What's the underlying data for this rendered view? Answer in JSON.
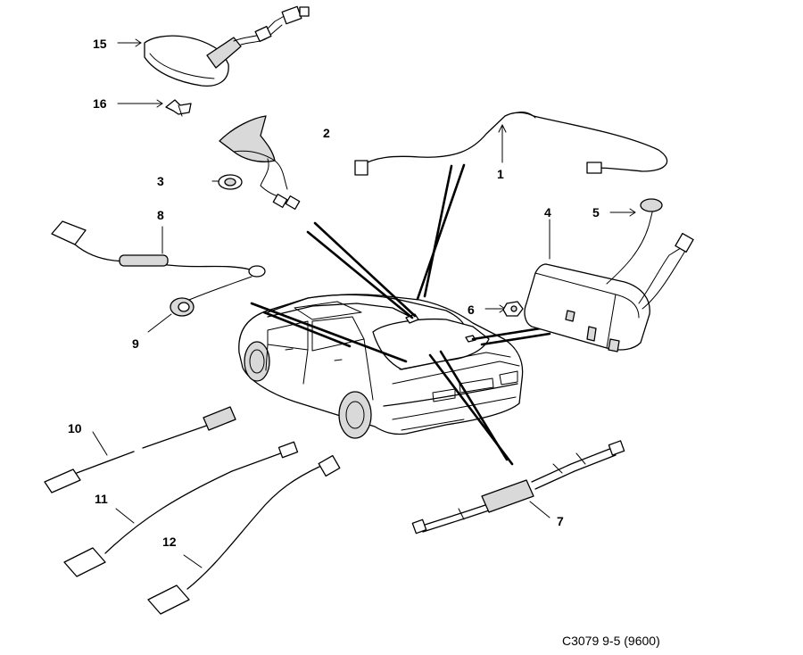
{
  "diagram": {
    "callouts": {
      "c1": "1",
      "c2": "2",
      "c3": "3",
      "c4": "4",
      "c5": "5",
      "c6": "6",
      "c7": "7",
      "c8": "8",
      "c9": "9",
      "c10": "10",
      "c11": "11",
      "c12": "12",
      "c15": "15",
      "c16": "16"
    },
    "caption": "C3079 9-5 (9600)"
  }
}
